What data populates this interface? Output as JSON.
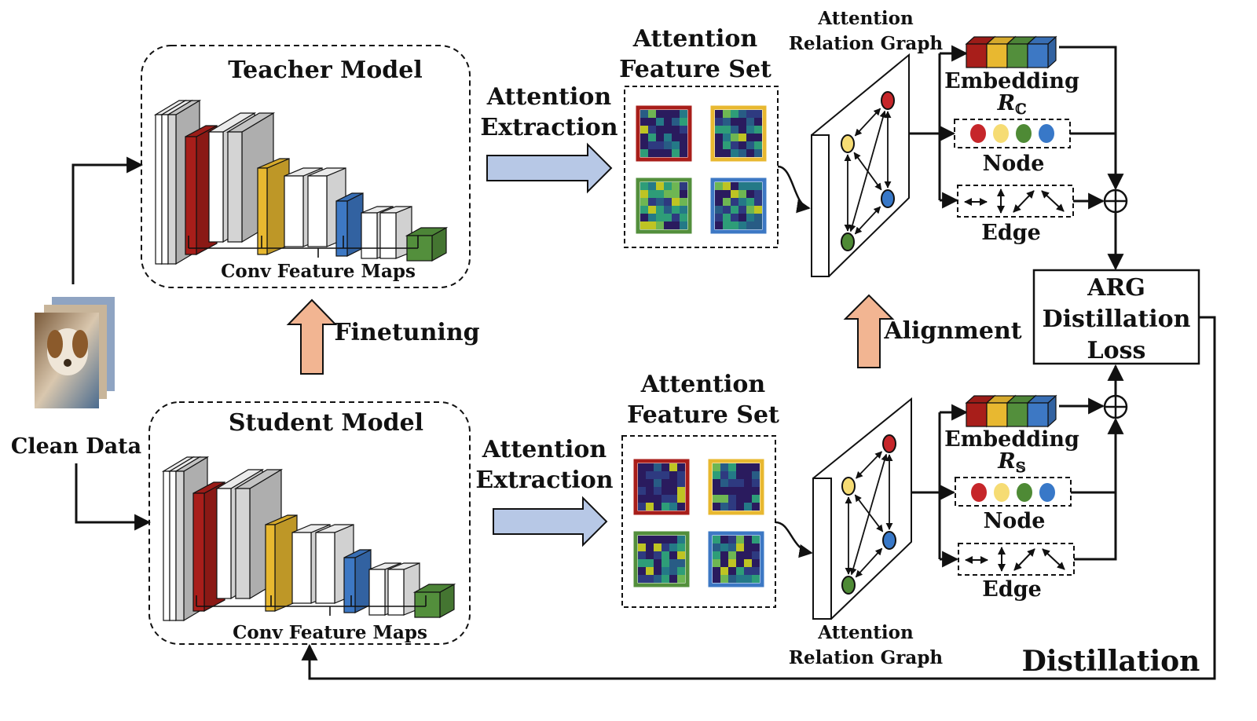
{
  "colors": {
    "red": "#a81e1a",
    "yellow": "#e8b830",
    "blue": "#3d78c4",
    "green": "#538f3c",
    "gray_layer": "#d4d4d4",
    "arrow_blue": "#b7c8e6",
    "arrow_orange": "#f2b592",
    "line": "#111111",
    "heat_dark": "#2a1b5e",
    "node_red": "#c6262a",
    "node_yellow": "#f6dc74",
    "node_green": "#4e8a35",
    "node_blue": "#3878c8"
  },
  "inputs": {
    "clean_data": "Clean Data"
  },
  "teacher": {
    "title": "Teacher Model",
    "conv_label": "Conv Feature Maps",
    "attention_extraction": [
      "Attention",
      "Extraction"
    ],
    "feature_set": [
      "Attention",
      "Feature Set"
    ],
    "arg_label": [
      "Attention",
      "Relation Graph"
    ],
    "embedding": "Embedding",
    "r_symbol": "R",
    "r_subscript": "ℂ",
    "node": "Node",
    "edge": "Edge"
  },
  "student": {
    "title": "Student Model",
    "conv_label": "Conv Feature Maps",
    "attention_extraction": [
      "Attention",
      "Extraction"
    ],
    "feature_set": [
      "Attention",
      "Feature Set"
    ],
    "arg_label": [
      "Attention",
      "Relation Graph"
    ],
    "embedding": "Embedding",
    "r_symbol": "R",
    "r_subscript": "𝕊",
    "node": "Node",
    "edge": "Edge"
  },
  "finetuning": "Finetuning",
  "alignment": "Alignment",
  "loss": [
    "ARG",
    "Distillation",
    "Loss"
  ],
  "distillation": "Distillation",
  "plus_symbol": "⊕"
}
